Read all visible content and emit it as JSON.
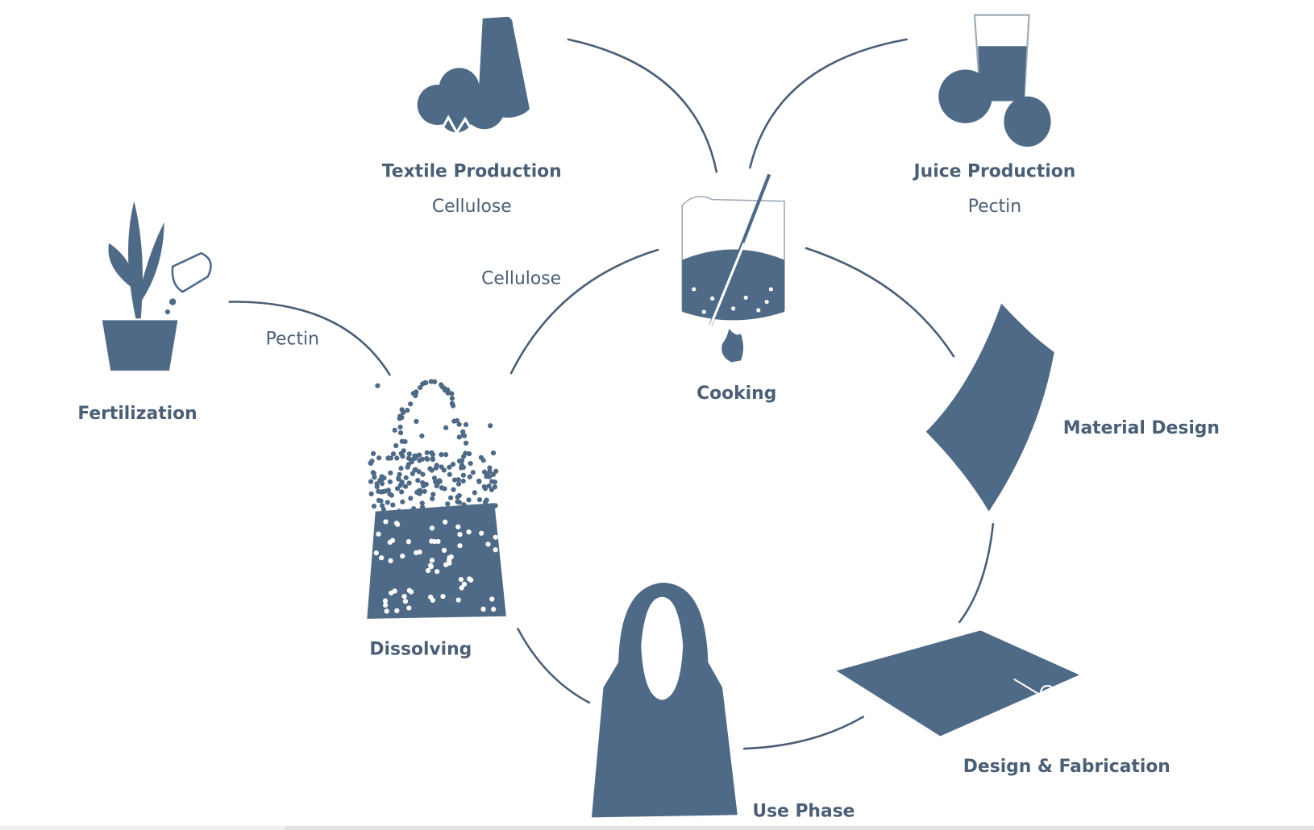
{
  "diagram": {
    "title": "Pectin-cellulose material life cycle",
    "ink_color": "#4f6a86",
    "nodes": {
      "textile": {
        "label": "Textile Production",
        "sub": "Cellulose",
        "icon": "cotton-spool-icon"
      },
      "juice": {
        "label": "Juice Production",
        "sub": "Pectin",
        "icon": "juice-fruit-icon"
      },
      "cooking": {
        "label": "Cooking",
        "icon": "beaker-flame-icon"
      },
      "material": {
        "label": "Material Design",
        "icon": "material-sheet-icon"
      },
      "fabrication": {
        "label": "Design & Fabrication",
        "icon": "fabric-scissors-icon"
      },
      "use": {
        "label": "Use Phase",
        "icon": "tote-bag-icon"
      },
      "dissolving": {
        "label": "Dissolving",
        "icon": "dissolving-bag-icon"
      },
      "fertilization": {
        "label": "Fertilization",
        "icon": "potted-plant-icon"
      }
    },
    "edge_labels": {
      "cellulose_return": "Cellulose",
      "pectin_return": "Pectin"
    }
  }
}
